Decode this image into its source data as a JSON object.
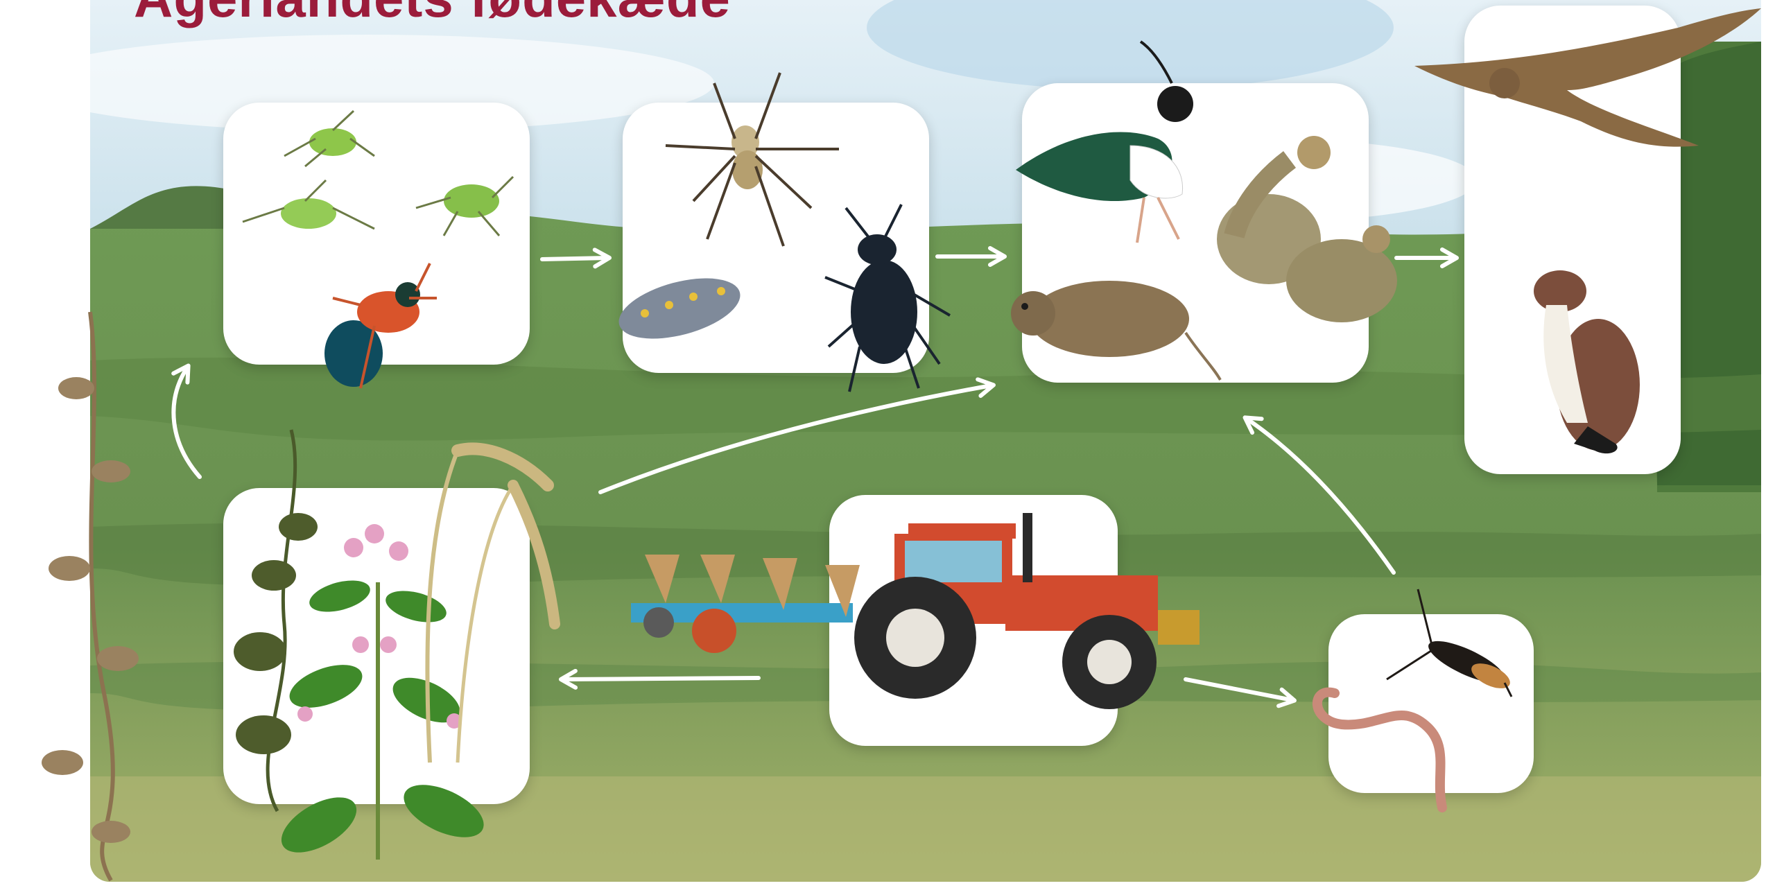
{
  "title": "Agerlandets fødekæde",
  "colors": {
    "title": "#9b1c3b",
    "sky": "#cfe6f2",
    "field_dark": "#5e8a45",
    "field_light": "#9fb46a",
    "card": "#ffffff",
    "arrow": "#ffffff"
  },
  "groups": [
    {
      "name": "plants",
      "icons": [
        "hemp-nettle-plant-icon",
        "bindweed-icon",
        "barley-icon"
      ]
    },
    {
      "name": "herbivore-insects",
      "icons": [
        "aphid-icon",
        "leaf-beetle-icon"
      ]
    },
    {
      "name": "predator-invertebrates",
      "icons": [
        "spider-icon",
        "ladybird-larva-icon",
        "ground-beetle-icon"
      ]
    },
    {
      "name": "birds-and-rodents",
      "icons": [
        "lapwing-icon",
        "partridge-icon",
        "vole-icon"
      ]
    },
    {
      "name": "top-predators",
      "icons": [
        "kestrel-icon",
        "stoat-icon"
      ]
    },
    {
      "name": "farming",
      "icons": [
        "tractor-icon",
        "plough-icon"
      ]
    },
    {
      "name": "soil-fauna",
      "icons": [
        "earthworm-icon",
        "earwig-icon"
      ]
    }
  ]
}
